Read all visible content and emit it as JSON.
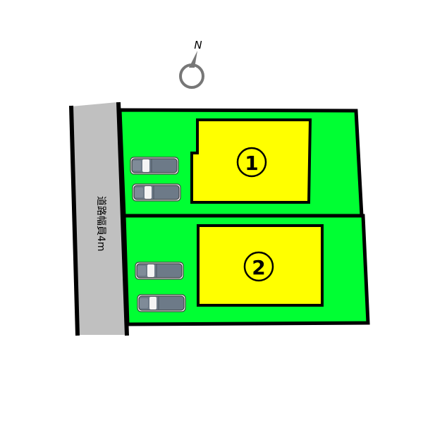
{
  "compass": {
    "label": "N"
  },
  "road": {
    "label": "道路幅員4m"
  },
  "lots": [
    {
      "number": "1",
      "parking_spaces": 2
    },
    {
      "number": "2",
      "parking_spaces": 2
    }
  ],
  "colors": {
    "lot": "#00ff33",
    "building": "#ffff00",
    "road": "#c0c0c0",
    "car": "#6d7a88",
    "outline": "#000000"
  }
}
